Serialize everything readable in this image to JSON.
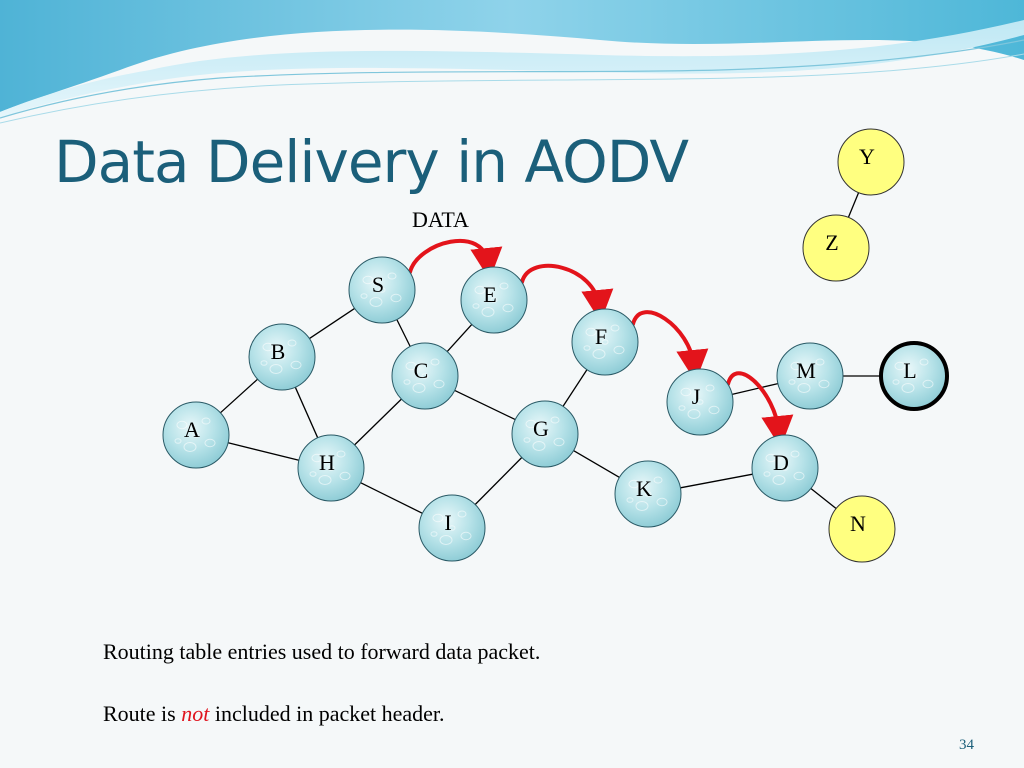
{
  "slide": {
    "title": "Data Delivery in AODV",
    "page_number": "34"
  },
  "diagram": {
    "packet_label": "DATA",
    "colors": {
      "node_fill": "#a7dde4",
      "node_stroke": "#2a5a66",
      "highlight_fill": "#ffff80",
      "arrow": "#e3141b",
      "edge": "#000000",
      "destination_ring": "#000000"
    },
    "nodes": [
      {
        "id": "S",
        "label": "S",
        "style": "normal"
      },
      {
        "id": "E",
        "label": "E",
        "style": "normal"
      },
      {
        "id": "F",
        "label": "F",
        "style": "normal"
      },
      {
        "id": "B",
        "label": "B",
        "style": "normal"
      },
      {
        "id": "C",
        "label": "C",
        "style": "normal"
      },
      {
        "id": "M",
        "label": "M",
        "style": "normal"
      },
      {
        "id": "L",
        "label": "L",
        "style": "bold-ring"
      },
      {
        "id": "J",
        "label": "J",
        "style": "normal"
      },
      {
        "id": "A",
        "label": "A",
        "style": "normal"
      },
      {
        "id": "G",
        "label": "G",
        "style": "normal"
      },
      {
        "id": "H",
        "label": "H",
        "style": "normal"
      },
      {
        "id": "D",
        "label": "D",
        "style": "normal"
      },
      {
        "id": "K",
        "label": "K",
        "style": "normal"
      },
      {
        "id": "I",
        "label": "I",
        "style": "normal"
      },
      {
        "id": "N",
        "label": "N",
        "style": "yellow"
      },
      {
        "id": "Y",
        "label": "Y",
        "style": "yellow"
      },
      {
        "id": "Z",
        "label": "Z",
        "style": "yellow"
      }
    ],
    "edges": [
      [
        "S",
        "B"
      ],
      [
        "S",
        "C"
      ],
      [
        "E",
        "C"
      ],
      [
        "B",
        "A"
      ],
      [
        "B",
        "H"
      ],
      [
        "C",
        "H"
      ],
      [
        "C",
        "G"
      ],
      [
        "A",
        "H"
      ],
      [
        "H",
        "I"
      ],
      [
        "I",
        "G"
      ],
      [
        "G",
        "F"
      ],
      [
        "G",
        "K"
      ],
      [
        "K",
        "D"
      ],
      [
        "D",
        "N"
      ],
      [
        "J",
        "M"
      ],
      [
        "M",
        "L"
      ],
      [
        "Y",
        "Z"
      ]
    ],
    "data_path": [
      "S",
      "E",
      "F",
      "J",
      "D"
    ]
  },
  "captions": {
    "line1": "Routing table entries used to forward data packet.",
    "line2_before": "Route is ",
    "line2_emphasis": "not",
    "line2_after": " included in packet header."
  }
}
